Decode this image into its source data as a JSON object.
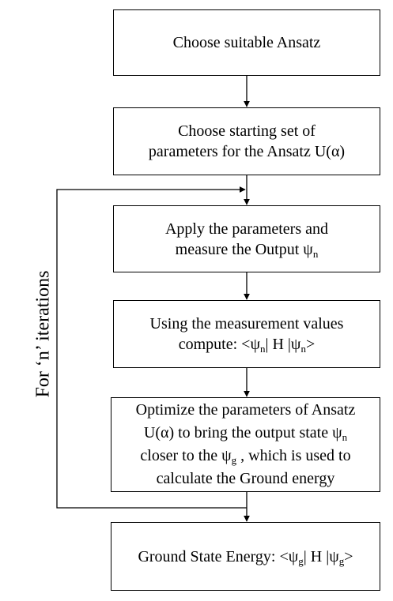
{
  "steps": {
    "ansatz": {
      "line1": "Choose suitable Ansatz"
    },
    "start_params": {
      "line1": "Choose starting set of",
      "line2": "parameters for the Ansatz U(α)"
    },
    "apply": {
      "line1": "Apply the parameters and",
      "line2_pre": "measure the Output ψ",
      "line2_sub": "n"
    },
    "compute": {
      "line1": "Using the measurement values",
      "line2_pre": "compute: <ψ",
      "line2_sub1": "n",
      "line2_mid": "| H |ψ",
      "line2_sub2": "n",
      "line2_post": ">"
    },
    "optimize": {
      "line1": "Optimize the parameters of Ansatz",
      "line2_pre": "U(α) to bring the output state ψ",
      "line2_sub": "n",
      "line3_pre": "closer to the ψ",
      "line3_sub": "g",
      "line3_post": " , which is used to",
      "line4": "calculate the Ground energy"
    },
    "ground": {
      "line1_pre": "Ground State Energy: <ψ",
      "line1_sub1": "g",
      "line1_mid": "| H |ψ",
      "line1_sub2": "g",
      "line1_post": ">"
    }
  },
  "loop_label": "For ‘n’ iterations"
}
